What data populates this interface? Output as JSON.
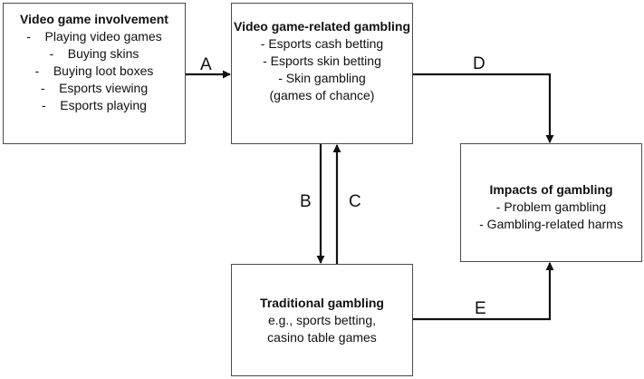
{
  "boxes": {
    "involvement": {
      "title": "Video game involvement",
      "items": [
        "-    Playing video games",
        "-    Buying skins",
        "-    Buying loot boxes",
        "-    Esports viewing",
        "-    Esports playing"
      ]
    },
    "video_game_gambling": {
      "title": "Video game-related gambling",
      "items": [
        "- Esports cash betting",
        "- Esports skin betting",
        "- Skin gambling",
        "(games of chance)"
      ]
    },
    "impacts": {
      "title": "Impacts of gambling",
      "items": [
        "- Problem gambling",
        "- Gambling-related harms"
      ]
    },
    "traditional": {
      "title": "Traditional gambling",
      "description": "e.g., sports betting, casino table games"
    }
  },
  "arrows": {
    "a": "A",
    "b": "B",
    "c": "C",
    "d": "D",
    "e": "E"
  }
}
